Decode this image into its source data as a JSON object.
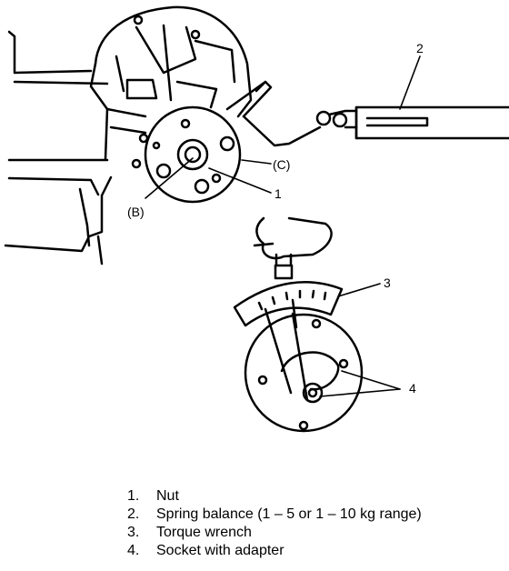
{
  "labels": {
    "callout_1": "1",
    "callout_2": "2",
    "callout_3": "3",
    "callout_4": "4",
    "callout_b": "(B)",
    "callout_c": "(C)"
  },
  "legend": [
    {
      "num": "1.",
      "text": "Nut"
    },
    {
      "num": "2.",
      "text": "Spring balance (1 – 5 or 1 – 10 kg range)"
    },
    {
      "num": "3.",
      "text": "Torque wrench"
    },
    {
      "num": "4.",
      "text": "Socket with adapter"
    }
  ]
}
